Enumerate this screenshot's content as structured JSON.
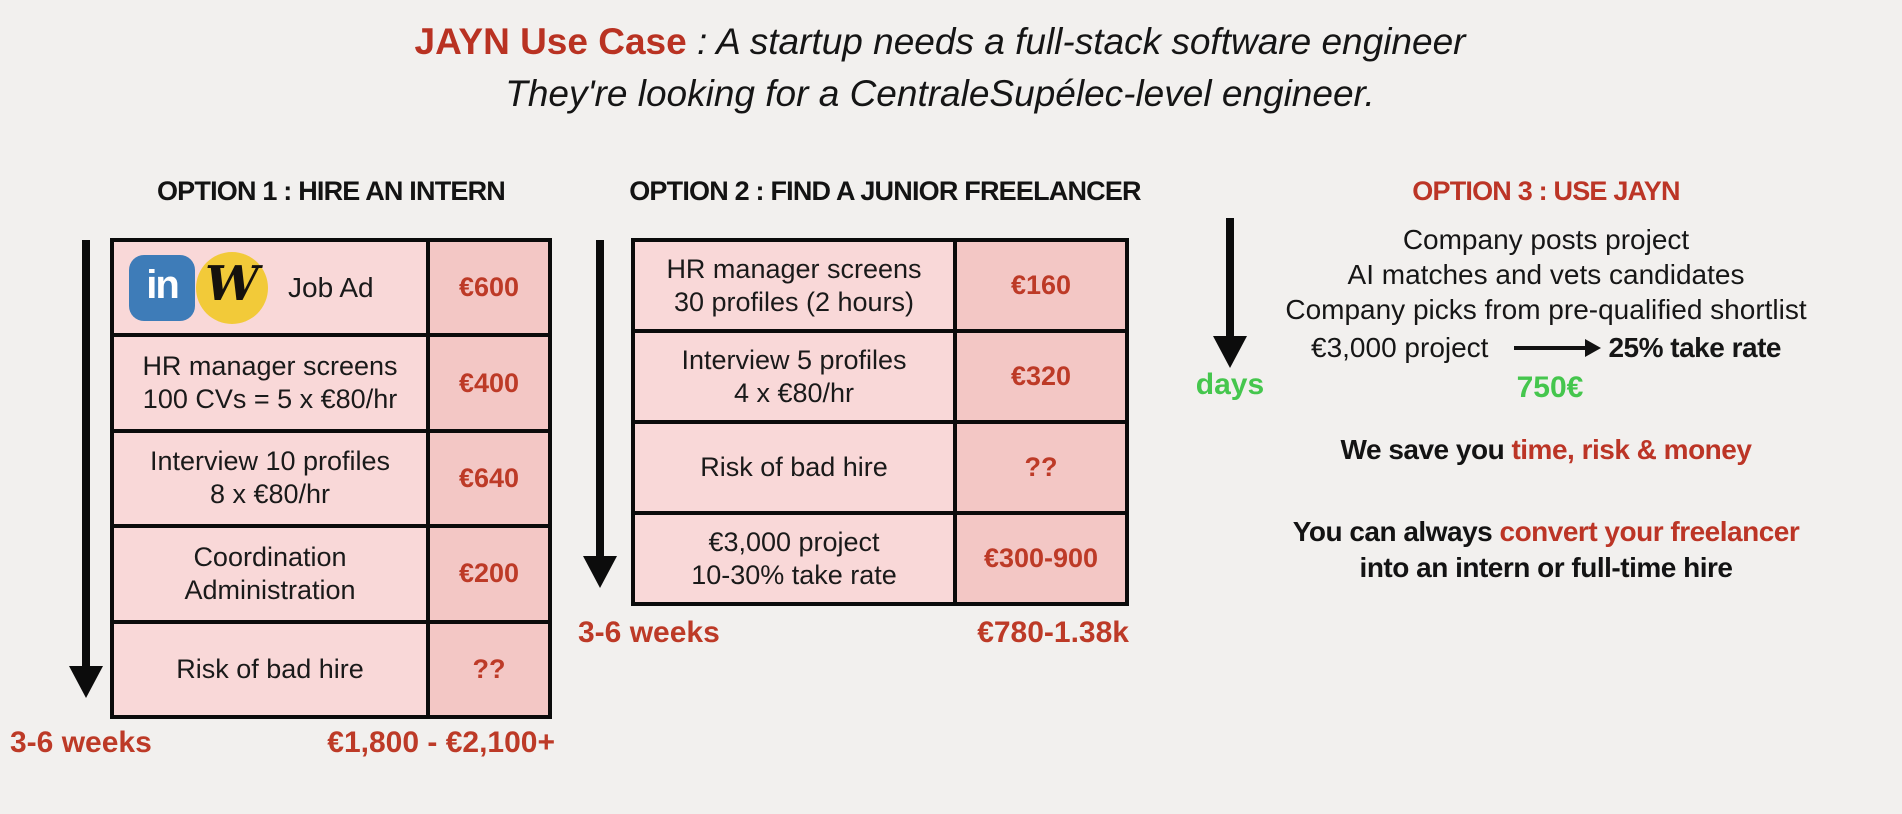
{
  "colors": {
    "background": "#f2f0ee",
    "cell_pink_light": "#f9d8d8",
    "cell_pink_dark": "#f3c7c5",
    "accent_red": "#bc3526",
    "accent_green": "#45c64d",
    "linkedin_blue": "#3e7cb8",
    "wttj_yellow": "#f2ca39",
    "border_black": "#0b0b0b"
  },
  "title": {
    "brand": "JAYN Use Case",
    "separator": " : ",
    "tagline1": "A startup needs a full-stack software engineer",
    "tagline2": "They're looking for a CentraleSupélec-level engineer."
  },
  "icons": {
    "linkedin_glyph": "in",
    "wttj_glyph": "W"
  },
  "option1": {
    "header": "OPTION 1 : HIRE AN INTERN",
    "rows": [
      {
        "line1": "Job Ad",
        "price": "€600"
      },
      {
        "line1": "HR manager screens",
        "line2": "100 CVs = 5 x €80/hr",
        "price": "€400"
      },
      {
        "line1": "Interview 10 profiles",
        "line2": "8 x €80/hr",
        "price": "€640"
      },
      {
        "line1": "Coordination",
        "line2": "Administration",
        "price": "€200"
      },
      {
        "line1": "Risk of bad hire",
        "price": "??"
      }
    ],
    "duration": "3-6 weeks",
    "total": "€1,800 - €2,100+"
  },
  "option2": {
    "header": "OPTION 2 : FIND A JUNIOR FREELANCER",
    "rows": [
      {
        "line1": "HR manager screens",
        "line2": "30 profiles (2 hours)",
        "price": "€160"
      },
      {
        "line1": "Interview 5 profiles",
        "line2": "4 x €80/hr",
        "price": "€320"
      },
      {
        "line1": "Risk of bad hire",
        "price": "??"
      },
      {
        "line1": "€3,000 project",
        "line2": "10-30% take rate",
        "price": "€300-900"
      }
    ],
    "duration": "3-6 weeks",
    "total": "€780-1.38k"
  },
  "option3": {
    "header": "OPTION 3 : USE JAYN",
    "steps": [
      "Company posts project",
      "AI matches and vets candidates",
      "Company picks from pre-qualified shortlist"
    ],
    "project_label": "€3,000 project",
    "take_rate": "25% take rate",
    "fee": "750€",
    "duration": "days",
    "save_prefix": "We save you ",
    "save_highlight": "time, risk & money",
    "convert_prefix": "You can always ",
    "convert_highlight": "convert your freelancer",
    "convert_suffix": "into an intern or full-time hire"
  }
}
